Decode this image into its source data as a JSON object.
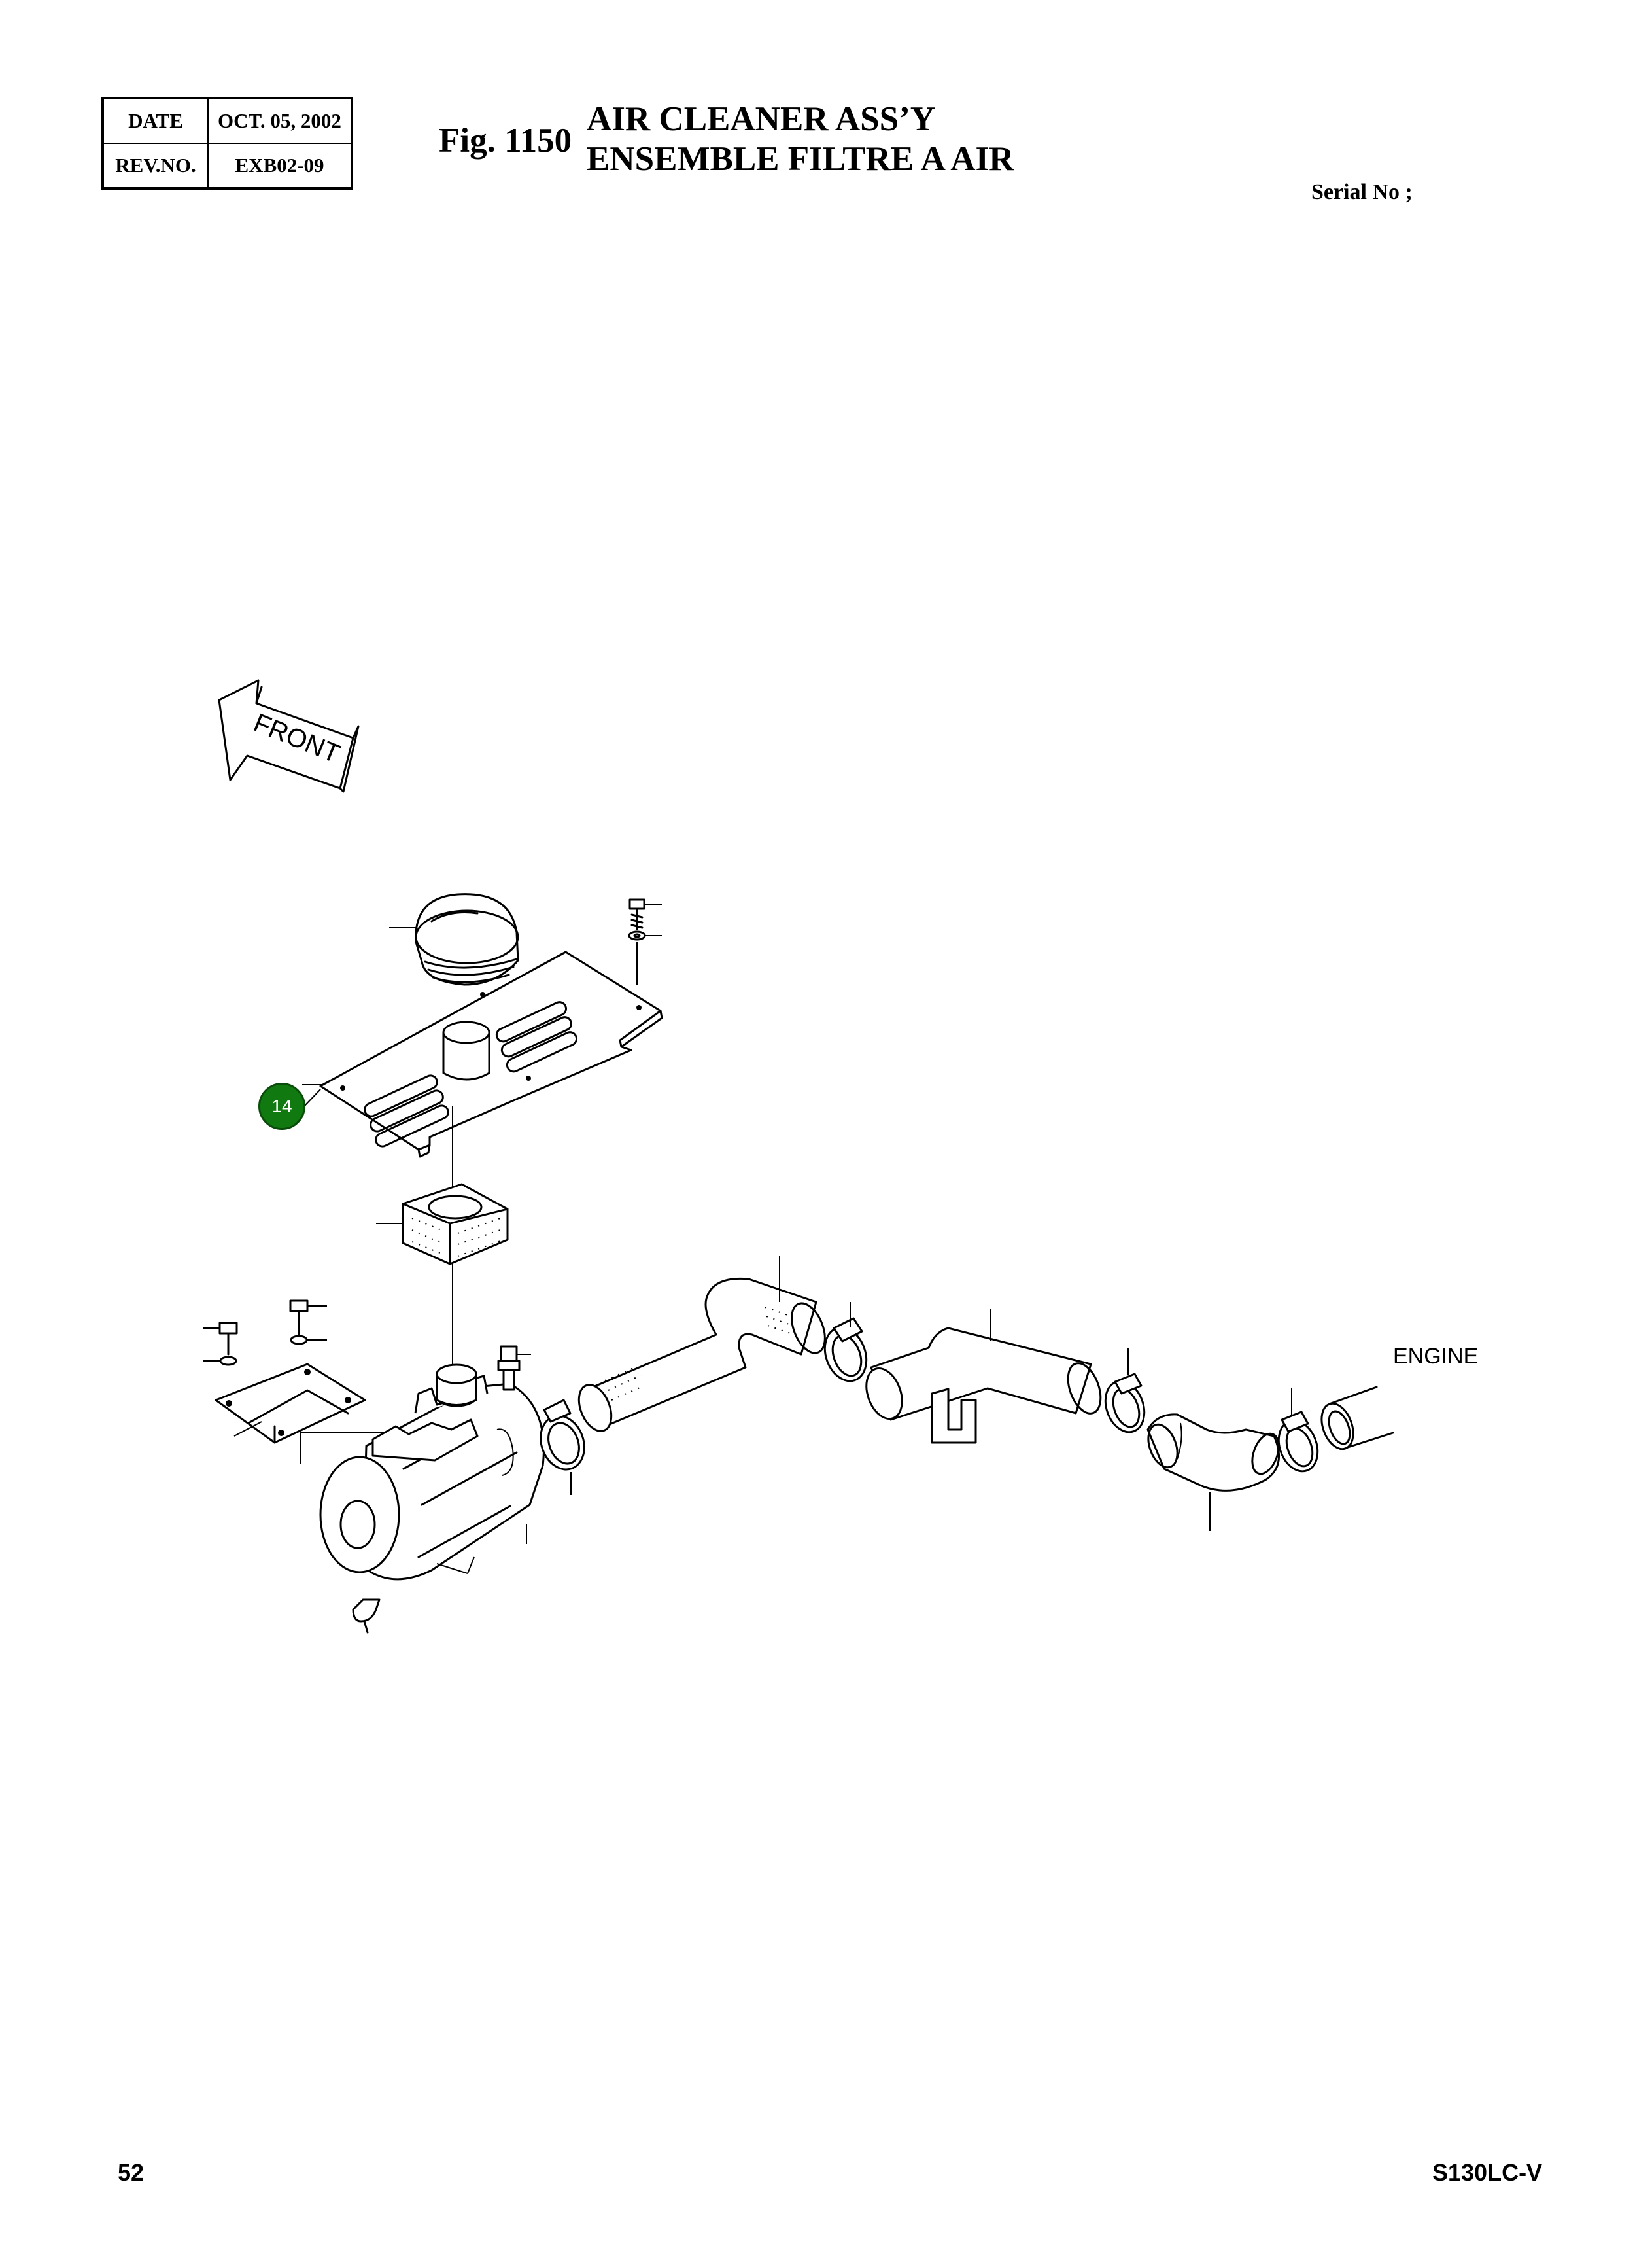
{
  "header": {
    "date_label": "DATE",
    "date_value": "OCT. 05, 2002",
    "rev_label": "REV.NO.",
    "rev_value": "EXB02-09",
    "fig_number": "Fig. 1150",
    "title_en": "AIR CLEANER ASS’Y",
    "title_fr": "ENSEMBLE FILTRE A AIR",
    "serial_label": "Serial No ;"
  },
  "diagram": {
    "front_label": "FRONT",
    "engine_label": "ENGINE",
    "callout_number": "14",
    "callout_color": "#107a10",
    "line_color": "#000000"
  },
  "footer": {
    "page_number": "52",
    "model": "S130LC-V"
  }
}
